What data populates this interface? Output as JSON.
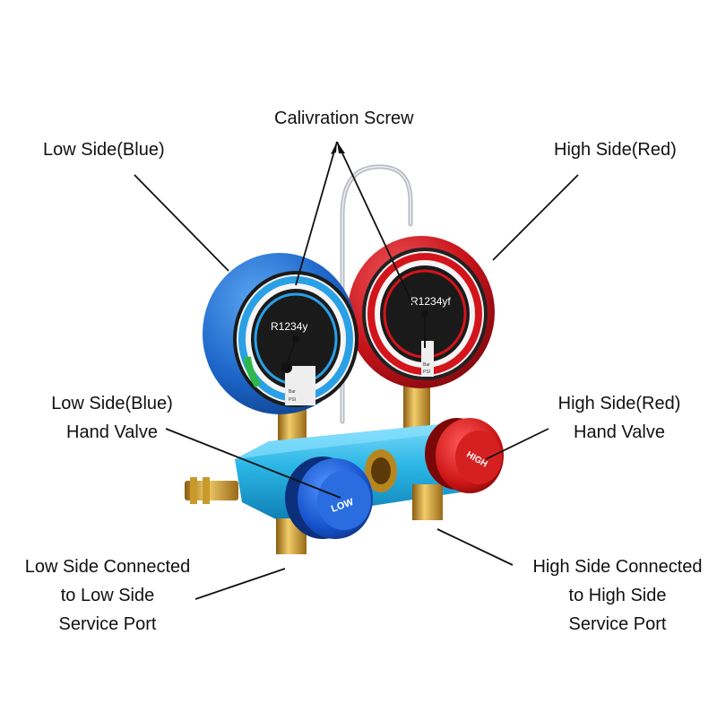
{
  "labels": {
    "calibration_screw": "Calivration Screw",
    "low_side": "Low Side(Blue)",
    "high_side": "High Side(Red)",
    "low_valve_line1": "Low Side(Blue)",
    "low_valve_line2": "Hand Valve",
    "high_valve_line1": "High Side(Red)",
    "high_valve_line2": "Hand Valve",
    "low_port_line1": "Low Side Connected",
    "low_port_line2": "to Low Side",
    "low_port_line3": "Service Port",
    "high_port_line1": "High Side Connected",
    "high_port_line2": "to High Side",
    "high_port_line3": "Service Port"
  },
  "gauges": {
    "low_refrigerant": "R1234y",
    "high_refrigerant": "R1234yf",
    "low_units_1": "Bar",
    "low_units_2": "PSI",
    "high_units_1": "Bar",
    "high_units_2": "PSI"
  },
  "knobs": {
    "low_text": "LOW",
    "high_text": "HIGH"
  },
  "colors": {
    "low_blue": "#1f6fd0",
    "high_red": "#c8141b",
    "manifold_cyan": "#2bb6e6",
    "brass": "#d9a733"
  }
}
